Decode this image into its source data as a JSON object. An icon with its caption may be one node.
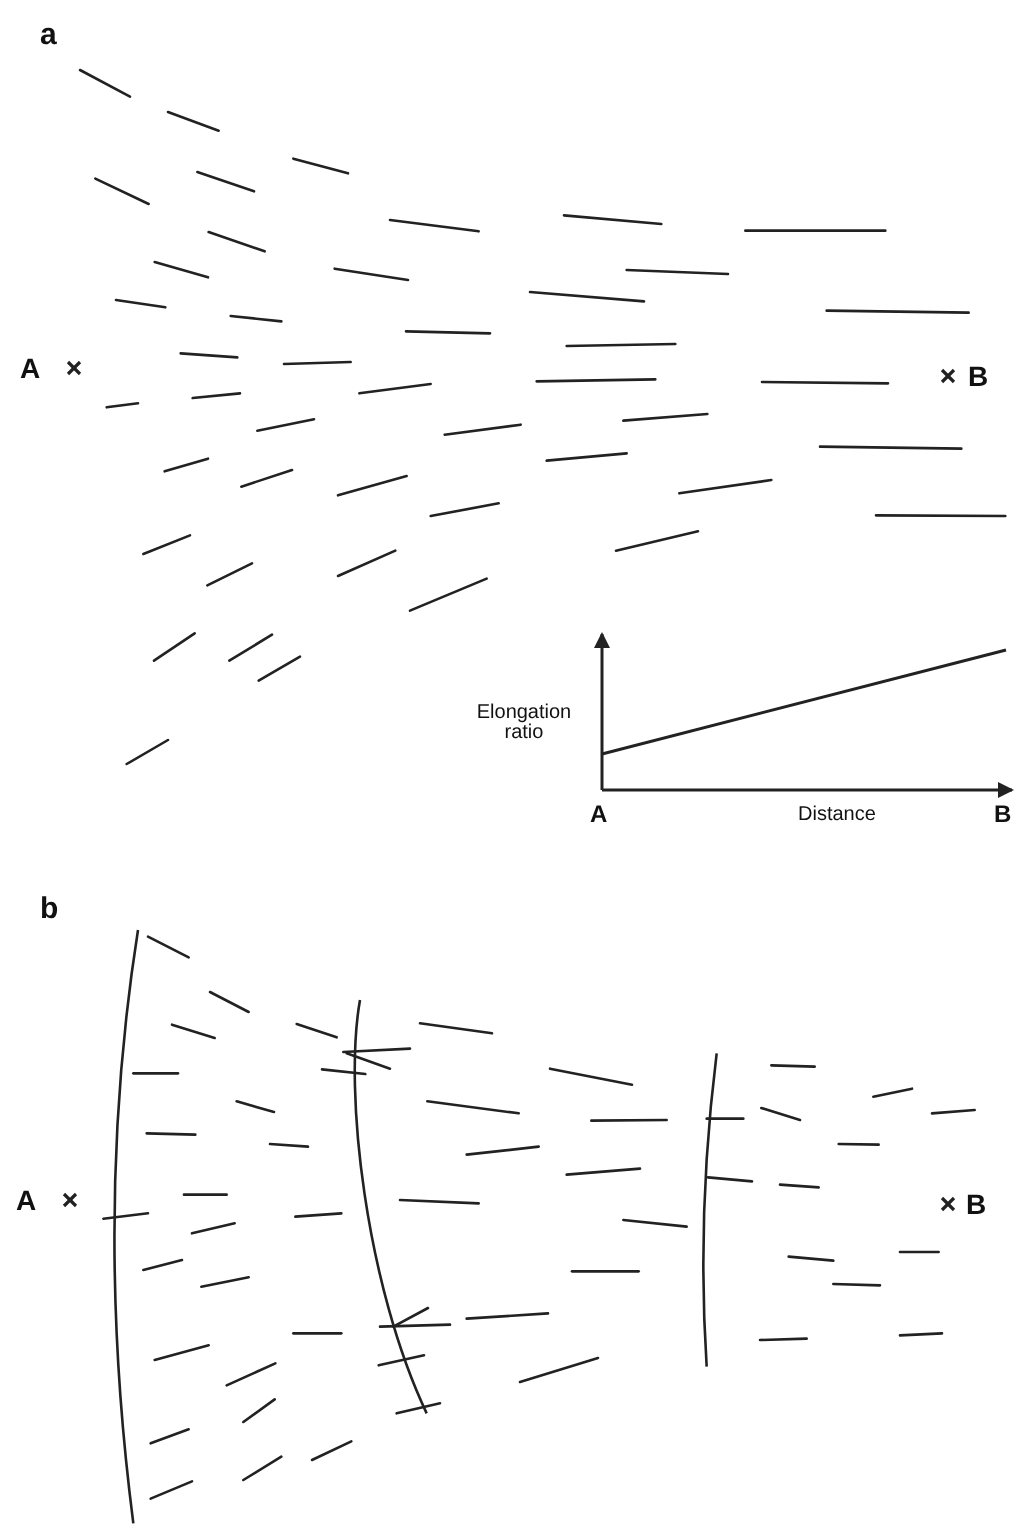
{
  "diagram": {
    "labels": [
      "a",
      "A",
      "B",
      "Elongation ratio",
      "A",
      "Distance",
      "B",
      "b",
      "A",
      "B"
    ]
  }
}
